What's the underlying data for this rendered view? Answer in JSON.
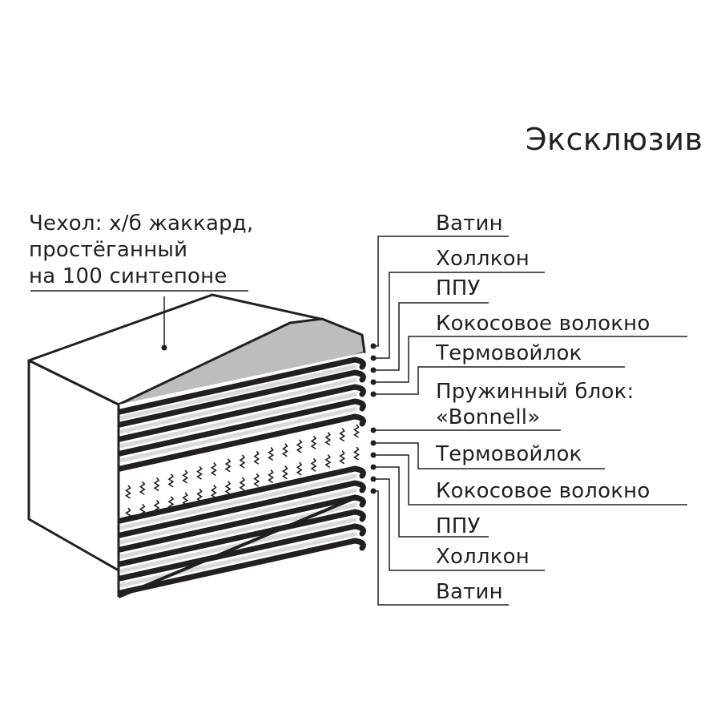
{
  "title": "Эксклюзив",
  "cover_label": {
    "lines": [
      "Чехол: х/б жаккард,",
      "простёганный",
      "на 100 синтепоне"
    ]
  },
  "layers_top": [
    {
      "label": "Ватин"
    },
    {
      "label": "Холлкон"
    },
    {
      "label": "ППУ"
    },
    {
      "label": "Кокосовое волокно"
    },
    {
      "label": "Термовойлок"
    }
  ],
  "spring_block": {
    "line1": "Пружинный блок:",
    "line2": "«Bonnell»"
  },
  "layers_bottom": [
    {
      "label": "Термовойлок"
    },
    {
      "label": "Кокосовое волокно"
    },
    {
      "label": "ППУ"
    },
    {
      "label": "Холлкон"
    },
    {
      "label": "Ватин"
    }
  ],
  "colors": {
    "ink": "#231f20",
    "top_face": "#bdbdbd",
    "layer_light": "#d9d9d9",
    "background": "#ffffff"
  }
}
